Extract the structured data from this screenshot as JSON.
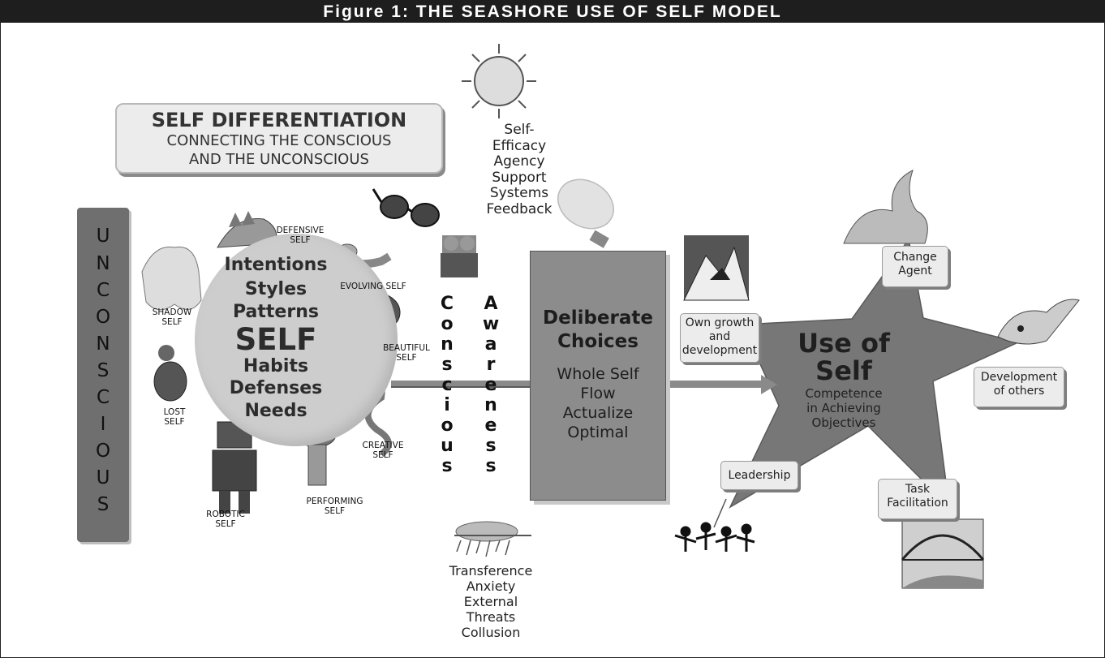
{
  "figure": {
    "title": "Figure 1:   THE SEASHORE USE OF SELF MODEL"
  },
  "self_differentiation": {
    "title": "SELF DIFFERENTIATION",
    "line1": "CONNECTING THE CONSCIOUS",
    "line2": "AND THE UNCONSCIOUS"
  },
  "unconscious": {
    "letters": [
      "U",
      "N",
      "C",
      "O",
      "N",
      "S",
      "C",
      "I",
      "O",
      "U",
      "S"
    ]
  },
  "self_circle": {
    "items": [
      "Intentions",
      "Styles",
      "Patterns",
      "SELF",
      "Habits",
      "Defenses",
      "Needs"
    ]
  },
  "selves": {
    "defensive": [
      "DEFENSIVE",
      "SELF"
    ],
    "evolving": [
      "EVOLVING SELF"
    ],
    "shadow": [
      "SHADOW",
      "SELF"
    ],
    "beautiful": [
      "BEAUTIFUL",
      "SELF"
    ],
    "lost": [
      "LOST",
      "SELF"
    ],
    "creative": [
      "CREATIVE",
      "SELF"
    ],
    "robotic": [
      "ROBOTIC",
      "SELF"
    ],
    "performing": [
      "PERFORMING",
      "SELF"
    ]
  },
  "conscious": {
    "letters": [
      "C",
      "o",
      "n",
      "s",
      "c",
      "i",
      "o",
      "u",
      "s"
    ]
  },
  "awareness": {
    "letters": [
      "A",
      "w",
      "a",
      "r",
      "e",
      "n",
      "e",
      "s",
      "s"
    ]
  },
  "supports": {
    "items": [
      "Self-",
      "Efficacy",
      "Agency",
      "Support",
      "Systems",
      "Feedback"
    ]
  },
  "threats": {
    "items": [
      "Transference",
      "Anxiety",
      "External",
      "Threats",
      "Collusion"
    ]
  },
  "deliberate": {
    "title1": "Deliberate",
    "title2": "Choices",
    "items": [
      "Whole Self",
      "Flow",
      "Actualize",
      "Optimal"
    ]
  },
  "use_of_self": {
    "title1": "Use of",
    "title2": "Self",
    "sub": [
      "Competence",
      "in Achieving",
      "Objectives"
    ]
  },
  "outcomes": {
    "change_agent": [
      "Change",
      "Agent"
    ],
    "own_growth": [
      "Own growth",
      "and",
      "development"
    ],
    "development_others": [
      "Development",
      "of others"
    ],
    "leadership": [
      "Leadership"
    ],
    "task_facilitation": [
      "Task",
      "Facilitation"
    ]
  },
  "colors": {
    "title_bar": "#1e1e1e",
    "bar": "#6f6f6f",
    "star": "#777777",
    "circle": "#cdcdcd",
    "box": "#8c8c8c"
  },
  "icons": [
    "sun-icon",
    "sunglasses-icon",
    "lightbulb-icon",
    "rain-cloud-icon",
    "mountain-icon",
    "bridge-icon",
    "dragon-icon",
    "bird-icon",
    "dancers-icon",
    "stegosaurus-icon",
    "ghost-icon",
    "caterpillar-icon",
    "ladybug-icon",
    "duck-icon",
    "snake-icon",
    "robot-icon",
    "tv-figure-icon",
    "children-icon"
  ]
}
